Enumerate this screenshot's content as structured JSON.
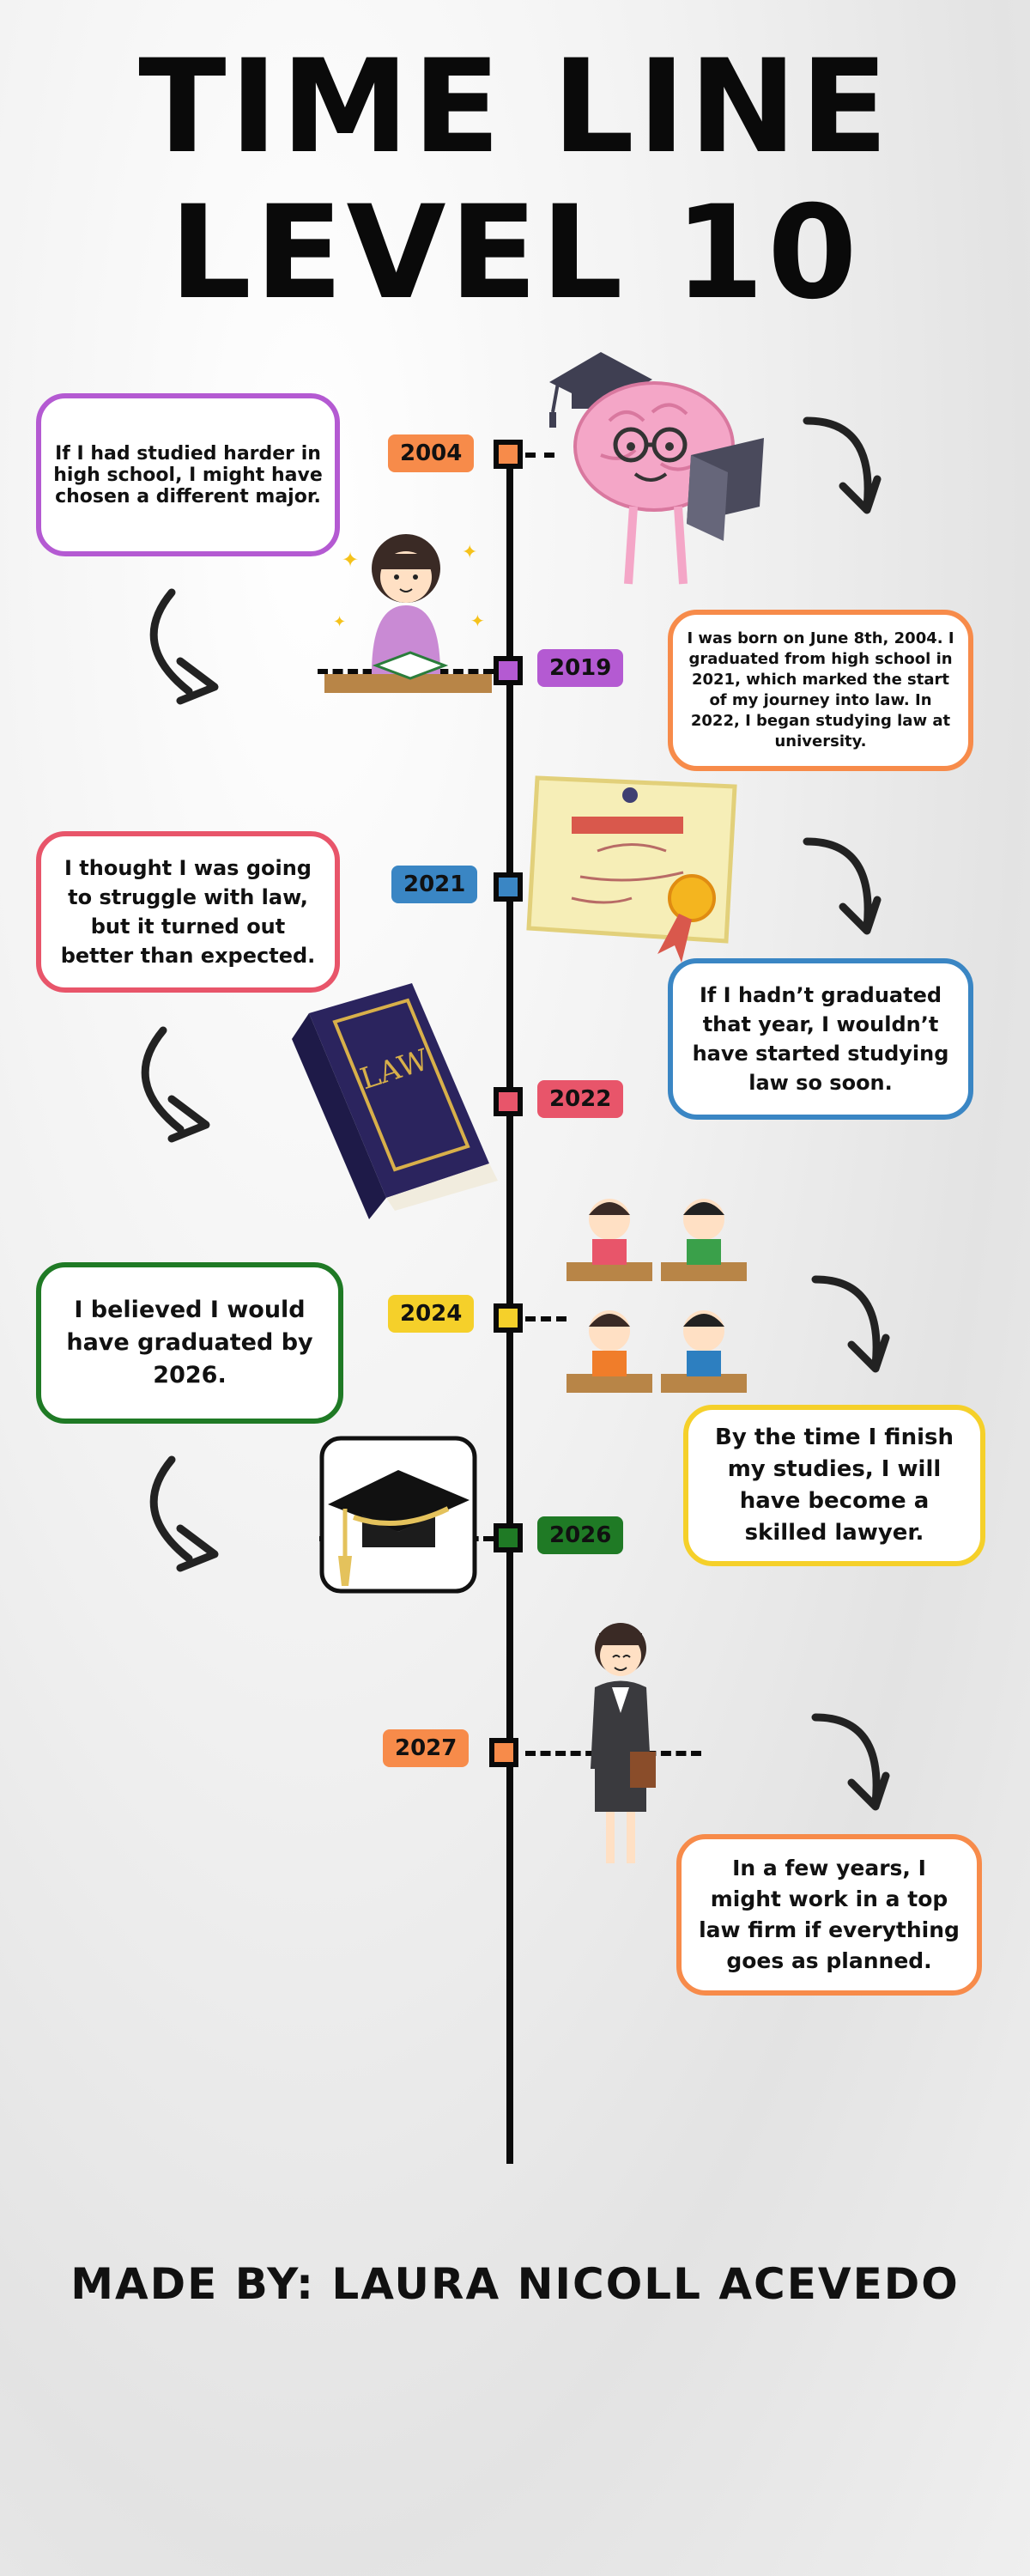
{
  "title": "TIME LINE LEVEL 10",
  "credit": "MADE BY: LAURA NICOLL ACEVEDO",
  "colors": {
    "orange": "#f78b4a",
    "purple": "#b45ad2",
    "blue": "#3a86c4",
    "red": "#e8556a",
    "yellow": "#f5d02a",
    "green": "#1f7a25",
    "axis": "#0a0a0a"
  },
  "events": [
    {
      "year": "2004",
      "color": "orange"
    },
    {
      "year": "2019",
      "color": "purple"
    },
    {
      "year": "2021",
      "color": "blue"
    },
    {
      "year": "2022",
      "color": "red"
    },
    {
      "year": "2024",
      "color": "yellow"
    },
    {
      "year": "2026",
      "color": "green"
    },
    {
      "year": "2027",
      "color": "orange"
    }
  ],
  "notes": {
    "note_2004": "If I had studied harder in high school, I might have chosen a different major.",
    "note_2019": "I was born on June 8th, 2004. I graduated from high school in 2021, which marked the start of my journey into law. In 2022, I began studying law at university.",
    "note_2021": "I thought I was going to struggle with law, but it turned out better than expected.",
    "note_2022": "If I hadn’t graduated that year, I wouldn’t have started studying law so soon.",
    "note_2024": "I believed I would have graduated by 2026.",
    "note_2026": "By the time I finish my studies, I will have become a skilled lawyer.",
    "note_2027": "In a few years, I might work in a top law firm if everything goes as planned."
  },
  "illustrations": [
    "brain-graduate-illustration",
    "girl-studying-illustration",
    "diploma-illustration",
    "law-book-illustration",
    "classroom-students-illustration",
    "graduation-cap-illustration",
    "lawyer-woman-illustration"
  ]
}
